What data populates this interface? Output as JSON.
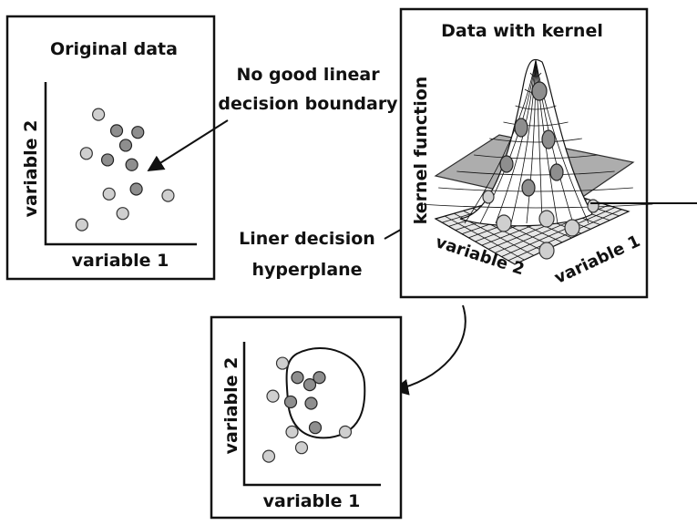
{
  "panel_original": {
    "title": "Original data",
    "y_axis_label": "variable 2",
    "x_axis_label": "variable 1",
    "points": [
      {
        "x": 0.35,
        "y": 0.8,
        "shade": "light"
      },
      {
        "x": 0.47,
        "y": 0.7,
        "shade": "dark"
      },
      {
        "x": 0.61,
        "y": 0.69,
        "shade": "dark"
      },
      {
        "x": 0.53,
        "y": 0.61,
        "shade": "dark"
      },
      {
        "x": 0.27,
        "y": 0.56,
        "shade": "light"
      },
      {
        "x": 0.41,
        "y": 0.52,
        "shade": "dark"
      },
      {
        "x": 0.57,
        "y": 0.49,
        "shade": "dark"
      },
      {
        "x": 0.6,
        "y": 0.34,
        "shade": "dark"
      },
      {
        "x": 0.42,
        "y": 0.31,
        "shade": "light"
      },
      {
        "x": 0.81,
        "y": 0.3,
        "shade": "light"
      },
      {
        "x": 0.51,
        "y": 0.19,
        "shade": "light"
      },
      {
        "x": 0.24,
        "y": 0.12,
        "shade": "light"
      }
    ]
  },
  "annotation_no_boundary": {
    "line1": "No good linear",
    "line2": "decision boundary"
  },
  "annotation_hyperplane": {
    "line1": "Liner decision",
    "line2": "hyperplane"
  },
  "panel_kernel": {
    "title": "Data with kernel",
    "z_axis_label": "kernel function",
    "axis_label_a": "variable 2",
    "axis_label_b": "variable 1"
  },
  "panel_result": {
    "y_axis_label": "variable 2",
    "x_axis_label": "variable 1",
    "points": [
      {
        "x": 0.28,
        "y": 0.85,
        "shade": "light"
      },
      {
        "x": 0.39,
        "y": 0.75,
        "shade": "dark"
      },
      {
        "x": 0.48,
        "y": 0.7,
        "shade": "dark"
      },
      {
        "x": 0.55,
        "y": 0.75,
        "shade": "dark"
      },
      {
        "x": 0.21,
        "y": 0.62,
        "shade": "light"
      },
      {
        "x": 0.34,
        "y": 0.58,
        "shade": "dark"
      },
      {
        "x": 0.49,
        "y": 0.57,
        "shade": "dark"
      },
      {
        "x": 0.52,
        "y": 0.4,
        "shade": "dark"
      },
      {
        "x": 0.35,
        "y": 0.37,
        "shade": "light"
      },
      {
        "x": 0.74,
        "y": 0.37,
        "shade": "light"
      },
      {
        "x": 0.42,
        "y": 0.26,
        "shade": "light"
      },
      {
        "x": 0.18,
        "y": 0.2,
        "shade": "light"
      }
    ]
  }
}
